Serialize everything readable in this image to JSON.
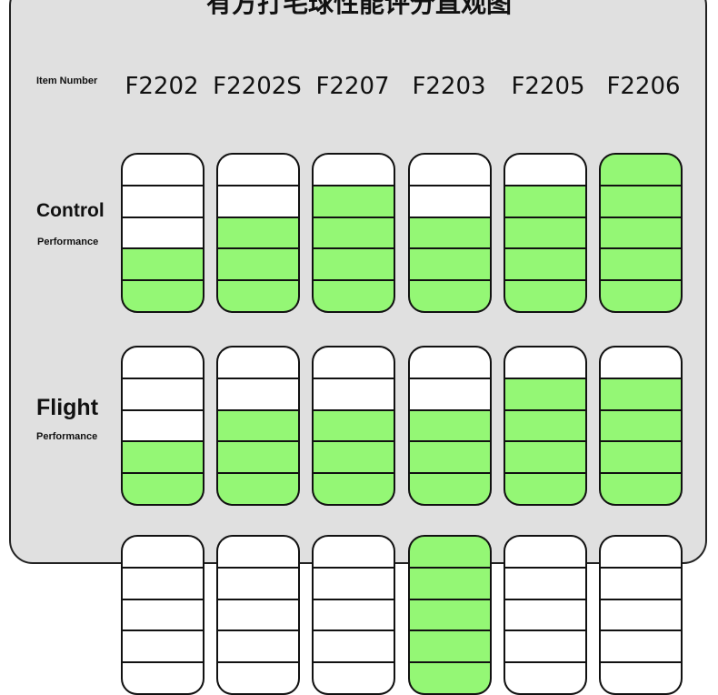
{
  "title": "有方打毛球性能评分直观图",
  "header": {
    "row_label": "Item Number",
    "items": [
      "F2202",
      "F2202S",
      "F2207",
      "F2203",
      "F2205",
      "F2206"
    ]
  },
  "rows": [
    {
      "label_main": "Control",
      "label_sub": "Performance",
      "segments_total": 5,
      "scores": [
        2,
        3,
        4,
        3,
        4,
        5
      ]
    },
    {
      "label_main": "Flight",
      "label_sub": "Performance",
      "segments_total": 5,
      "scores": [
        2,
        3,
        3,
        3,
        4,
        4
      ]
    },
    {
      "label_main": "",
      "label_sub": "",
      "segments_total": 5,
      "scores": [
        null,
        null,
        null,
        5,
        null,
        null
      ]
    }
  ],
  "colors": {
    "filled": "#94f775",
    "empty": "#ffffff",
    "panel": "#e0e0e0",
    "outline": "#111111"
  }
}
